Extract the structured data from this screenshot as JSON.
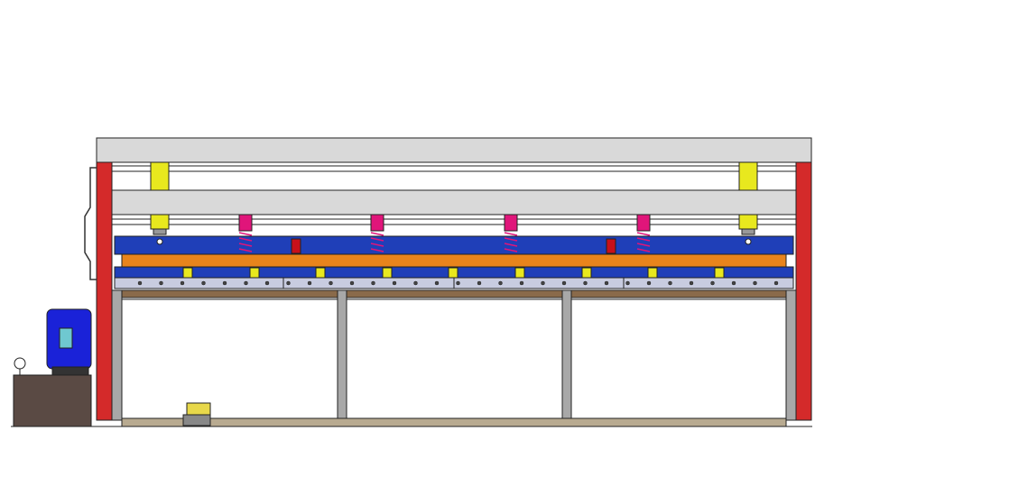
{
  "palette": {
    "frame_red": "#d42a2a",
    "beam_grey": "#d9d9d9",
    "cylinder_yellow": "#e8e81e",
    "spring_magenta": "#e0157a",
    "plate_blue": "#1f3fb8",
    "plate_orange": "#e8841c",
    "block_red": "#c8101a",
    "knife_grey": "#c8cce0",
    "support_brown": "#8a6a4a",
    "leg_grey": "#a8a8a8",
    "floor_tan": "#b8aa90",
    "tank_brown": "#5a4a44",
    "motor_blue": "#1a22d8",
    "motor_window": "#6fc8d0",
    "outline": "#222222"
  },
  "components": {
    "main_cylinders": 2,
    "hold_down_springs": 4,
    "guide_rollers": 9,
    "red_blocks": 2,
    "table_bays": 3
  }
}
